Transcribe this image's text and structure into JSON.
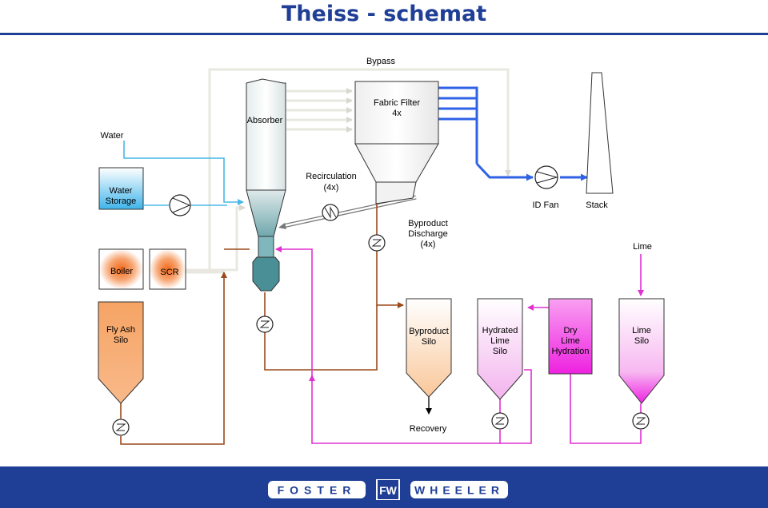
{
  "title": "Theiss - schemat",
  "labels": {
    "bypass": "Bypass",
    "water": "Water",
    "absorber": "Absorber",
    "fabric_filter": [
      "Fabric Filter",
      "4x"
    ],
    "water_storage": [
      "Water",
      "Storage"
    ],
    "recirculation": [
      "Recirculation",
      "(4x)"
    ],
    "id_fan": "ID Fan",
    "stack": "Stack",
    "byproduct_discharge": [
      "Byproduct",
      "Discharge",
      "(4x)"
    ],
    "lime": "Lime",
    "boiler": "Boiler",
    "scr": "SCR",
    "fly_ash_silo": [
      "Fly Ash",
      "Silo"
    ],
    "byproduct_silo": [
      "Byproduct",
      "Silo"
    ],
    "hydrated_lime_silo": [
      "Hydrated",
      "Lime",
      "Silo"
    ],
    "dry_lime_hydration": [
      "Dry",
      "Lime",
      "Hydration"
    ],
    "lime_silo": [
      "Lime",
      "Silo"
    ],
    "recovery": "Recovery"
  },
  "footer": {
    "logo_left": "FOSTER",
    "logo_mark": "FW",
    "logo_right": "WHEELER"
  },
  "colors": {
    "title": "#1f3e96",
    "footer": "#1f3e96",
    "flue_gas": "#e8e8e0",
    "clean_gas": "#2f62e6",
    "water": "#49b8e6",
    "byproduct": "#9a4a1c",
    "lime": "#e030d0",
    "fly_ash": "#f6ad6e",
    "dry_lime_hydration": "#f030e8",
    "absorber_bottom": "#4a8f96"
  }
}
